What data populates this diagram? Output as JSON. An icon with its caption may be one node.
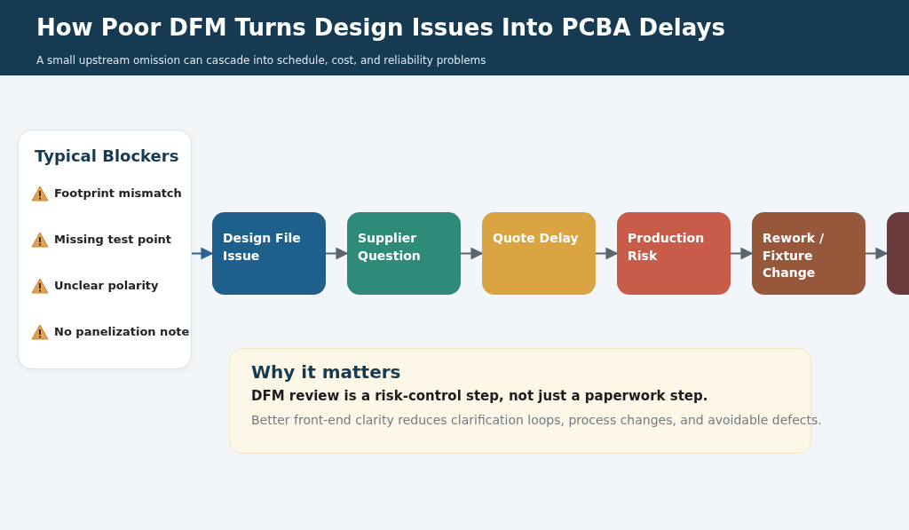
{
  "diagram": {
    "title": "How Poor DFM Turns Design Issues Into PCBA Delays",
    "nodes": [
      {
        "text": [
          "Typical Blockers",
          "Footprint mismatch",
          "Missing test point",
          "Unclear polarity",
          "No panelization note"
        ]
      },
      {
        "text": [
          "Design File Issue"
        ]
      },
      {
        "text": [
          "Supplier Question"
        ]
      },
      {
        "text": [
          "Quote Delay"
        ]
      },
      {
        "text": [
          "Production Risk"
        ]
      },
      {
        "text": [
          "Rework / Fixture Change"
        ]
      },
      {
        "text": [],
        "shape": "box"
      },
      {
        "text": [
          "Why it matters",
          "DFM review is a risk-control step, not just a paperwork step.",
          "Better front-end clarity reduces clarification loops, process changes, and avoidable defects."
        ]
      }
    ],
    "edges": [
      {
        "from": 0,
        "to": 1,
        "arrow": "to",
        "color": "#2a6496"
      },
      {
        "from": 1,
        "to": 2,
        "arrow": "to"
      },
      {
        "from": 2,
        "to": 3,
        "arrow": "to"
      },
      {
        "from": 3,
        "to": 4,
        "arrow": "to"
      },
      {
        "from": 4,
        "to": 5,
        "arrow": "to"
      },
      {
        "from": 5,
        "to": 6,
        "arrow": "to"
      }
    ],
    "labels": [
      "A small upstream omission can cascade into schedule, cost, and reliability problems"
    ]
  }
}
